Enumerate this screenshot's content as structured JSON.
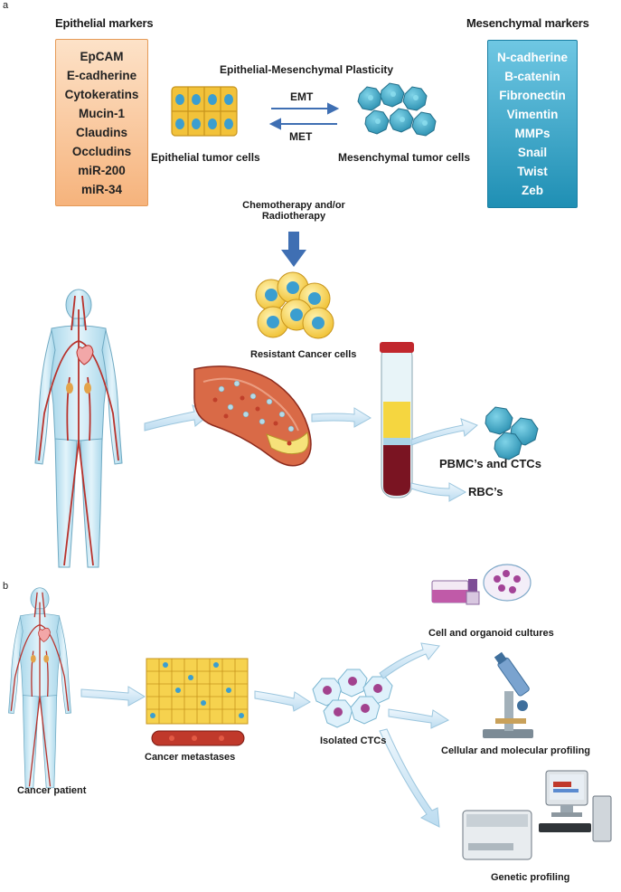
{
  "panels": {
    "a": "a",
    "b": "b"
  },
  "epithelial": {
    "heading": "Epithelial markers",
    "markers": [
      "EpCAM",
      "E-cadherine",
      "Cytokeratins",
      "Mucin-1",
      "Claudins",
      "Occludins",
      "miR-200",
      "miR-34"
    ]
  },
  "mesenchymal": {
    "heading": "Mesenchymal markers",
    "markers": [
      "N-cadherine",
      "B-catenin",
      "Fibronectin",
      "Vimentin",
      "MMPs",
      "Snail",
      "Twist",
      "Zeb"
    ]
  },
  "plasticity": {
    "title": "Epithelial-Mesenchymal Plasticity",
    "emt": "EMT",
    "met": "MET",
    "epithelial_cells": "Epithelial tumor cells",
    "mesenchymal_cells": "Mesenchymal tumor cells"
  },
  "treatment": {
    "line1": "Chemotherapy and/or",
    "line2": "Radiotherapy",
    "resistant": "Resistant Cancer cells"
  },
  "blood": {
    "pbmc": "PBMC’s and CTCs",
    "rbc": "RBC’s"
  },
  "panel_b": {
    "patient": "Cancer patient",
    "metastases": "Cancer metastases",
    "isolated": "Isolated CTCs",
    "cultures": "Cell and organoid cultures",
    "profiling": "Cellular and molecular profiling",
    "genetic": "Genetic profiling"
  },
  "colors": {
    "epi_box": "#f6b37c",
    "mes_box": "#1f8fb4",
    "arrow": "#3f6fb3",
    "flow_arrow": "#d8ecf8",
    "vessel": "#b8322c",
    "body": "#cfe9f4"
  }
}
